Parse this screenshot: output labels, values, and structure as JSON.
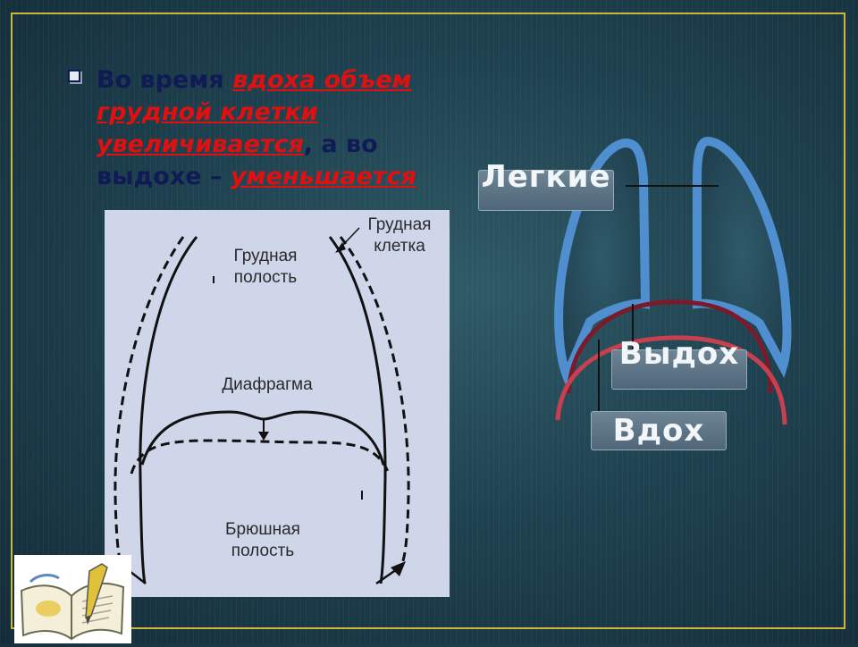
{
  "text": {
    "parts": [
      {
        "t": "Во время ",
        "h": false
      },
      {
        "t": "вдоха объем грудной клетки увеличивается",
        "h": true
      },
      {
        "t": ", а во выдохе – ",
        "h": false
      },
      {
        "t": "уменьшается",
        "h": true
      }
    ]
  },
  "diagram": {
    "chest_label": "Грудная клетка",
    "thoracic_label": "Грудная полость",
    "diaphragm_label": "Диафрагма",
    "abdominal_label": "Брюшная полость"
  },
  "lungs_figure": {
    "lungs_label": "Легкие",
    "exhale_label": "Выдох",
    "inhale_label": "Вдох"
  },
  "colors": {
    "frame": "#c9b83a",
    "text": "#101a55",
    "highlight": "#e01010"
  },
  "icons": [
    "checkbox-bullet-icon",
    "open-book-pencil-icon"
  ]
}
